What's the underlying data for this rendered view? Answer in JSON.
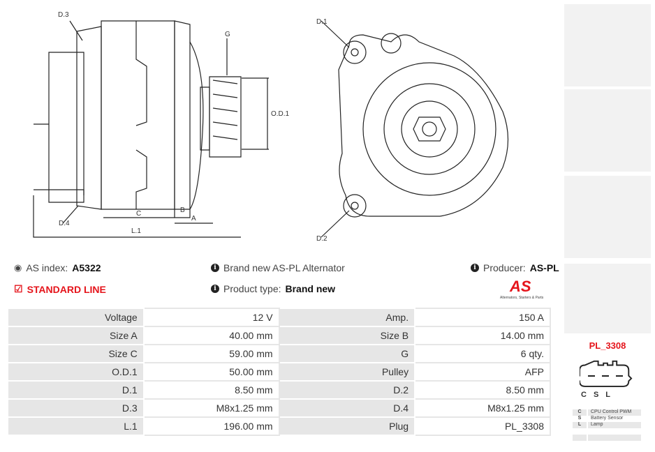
{
  "drawing": {
    "side_labels": {
      "d3": "D.3",
      "d4": "D.4",
      "g": "G",
      "od1": "O.D.1",
      "c": "C",
      "b": "B",
      "a": "A",
      "l1": "L.1"
    },
    "front_labels": {
      "d1": "D.1",
      "d2": "D.2"
    }
  },
  "info": {
    "as_index_label": "AS index:",
    "as_index": "A5322",
    "line": "STANDARD LINE",
    "desc": "Brand new AS-PL Alternator",
    "type_label": "Product type:",
    "type": "Brand new",
    "producer_label": "Producer:",
    "producer": "AS-PL",
    "logo_text": "AS",
    "logo_tagline": "Alternators, Starters & Parts"
  },
  "specs": [
    [
      "Voltage",
      "12 V",
      "Amp.",
      "150 A"
    ],
    [
      "Size A",
      "40.00 mm",
      "Size B",
      "14.00 mm"
    ],
    [
      "Size C",
      "59.00 mm",
      "G",
      "6 qty."
    ],
    [
      "O.D.1",
      "50.00 mm",
      "Pulley",
      "AFP"
    ],
    [
      "D.1",
      "8.50 mm",
      "D.2",
      "8.50 mm"
    ],
    [
      "D.3",
      "M8x1.25 mm",
      "D.4",
      "M8x1.25 mm"
    ],
    [
      "L.1",
      "196.00 mm",
      "Plug",
      "PL_3308"
    ]
  ],
  "plug": {
    "name": "PL_3308",
    "pins": [
      "C",
      "S",
      "L"
    ],
    "legend": [
      [
        "C",
        "CPU Control PWM"
      ],
      [
        "S",
        "Battery Sensor"
      ],
      [
        "L",
        "Lamp"
      ],
      [
        "",
        ""
      ]
    ]
  },
  "colors": {
    "accent": "#e5141b"
  }
}
